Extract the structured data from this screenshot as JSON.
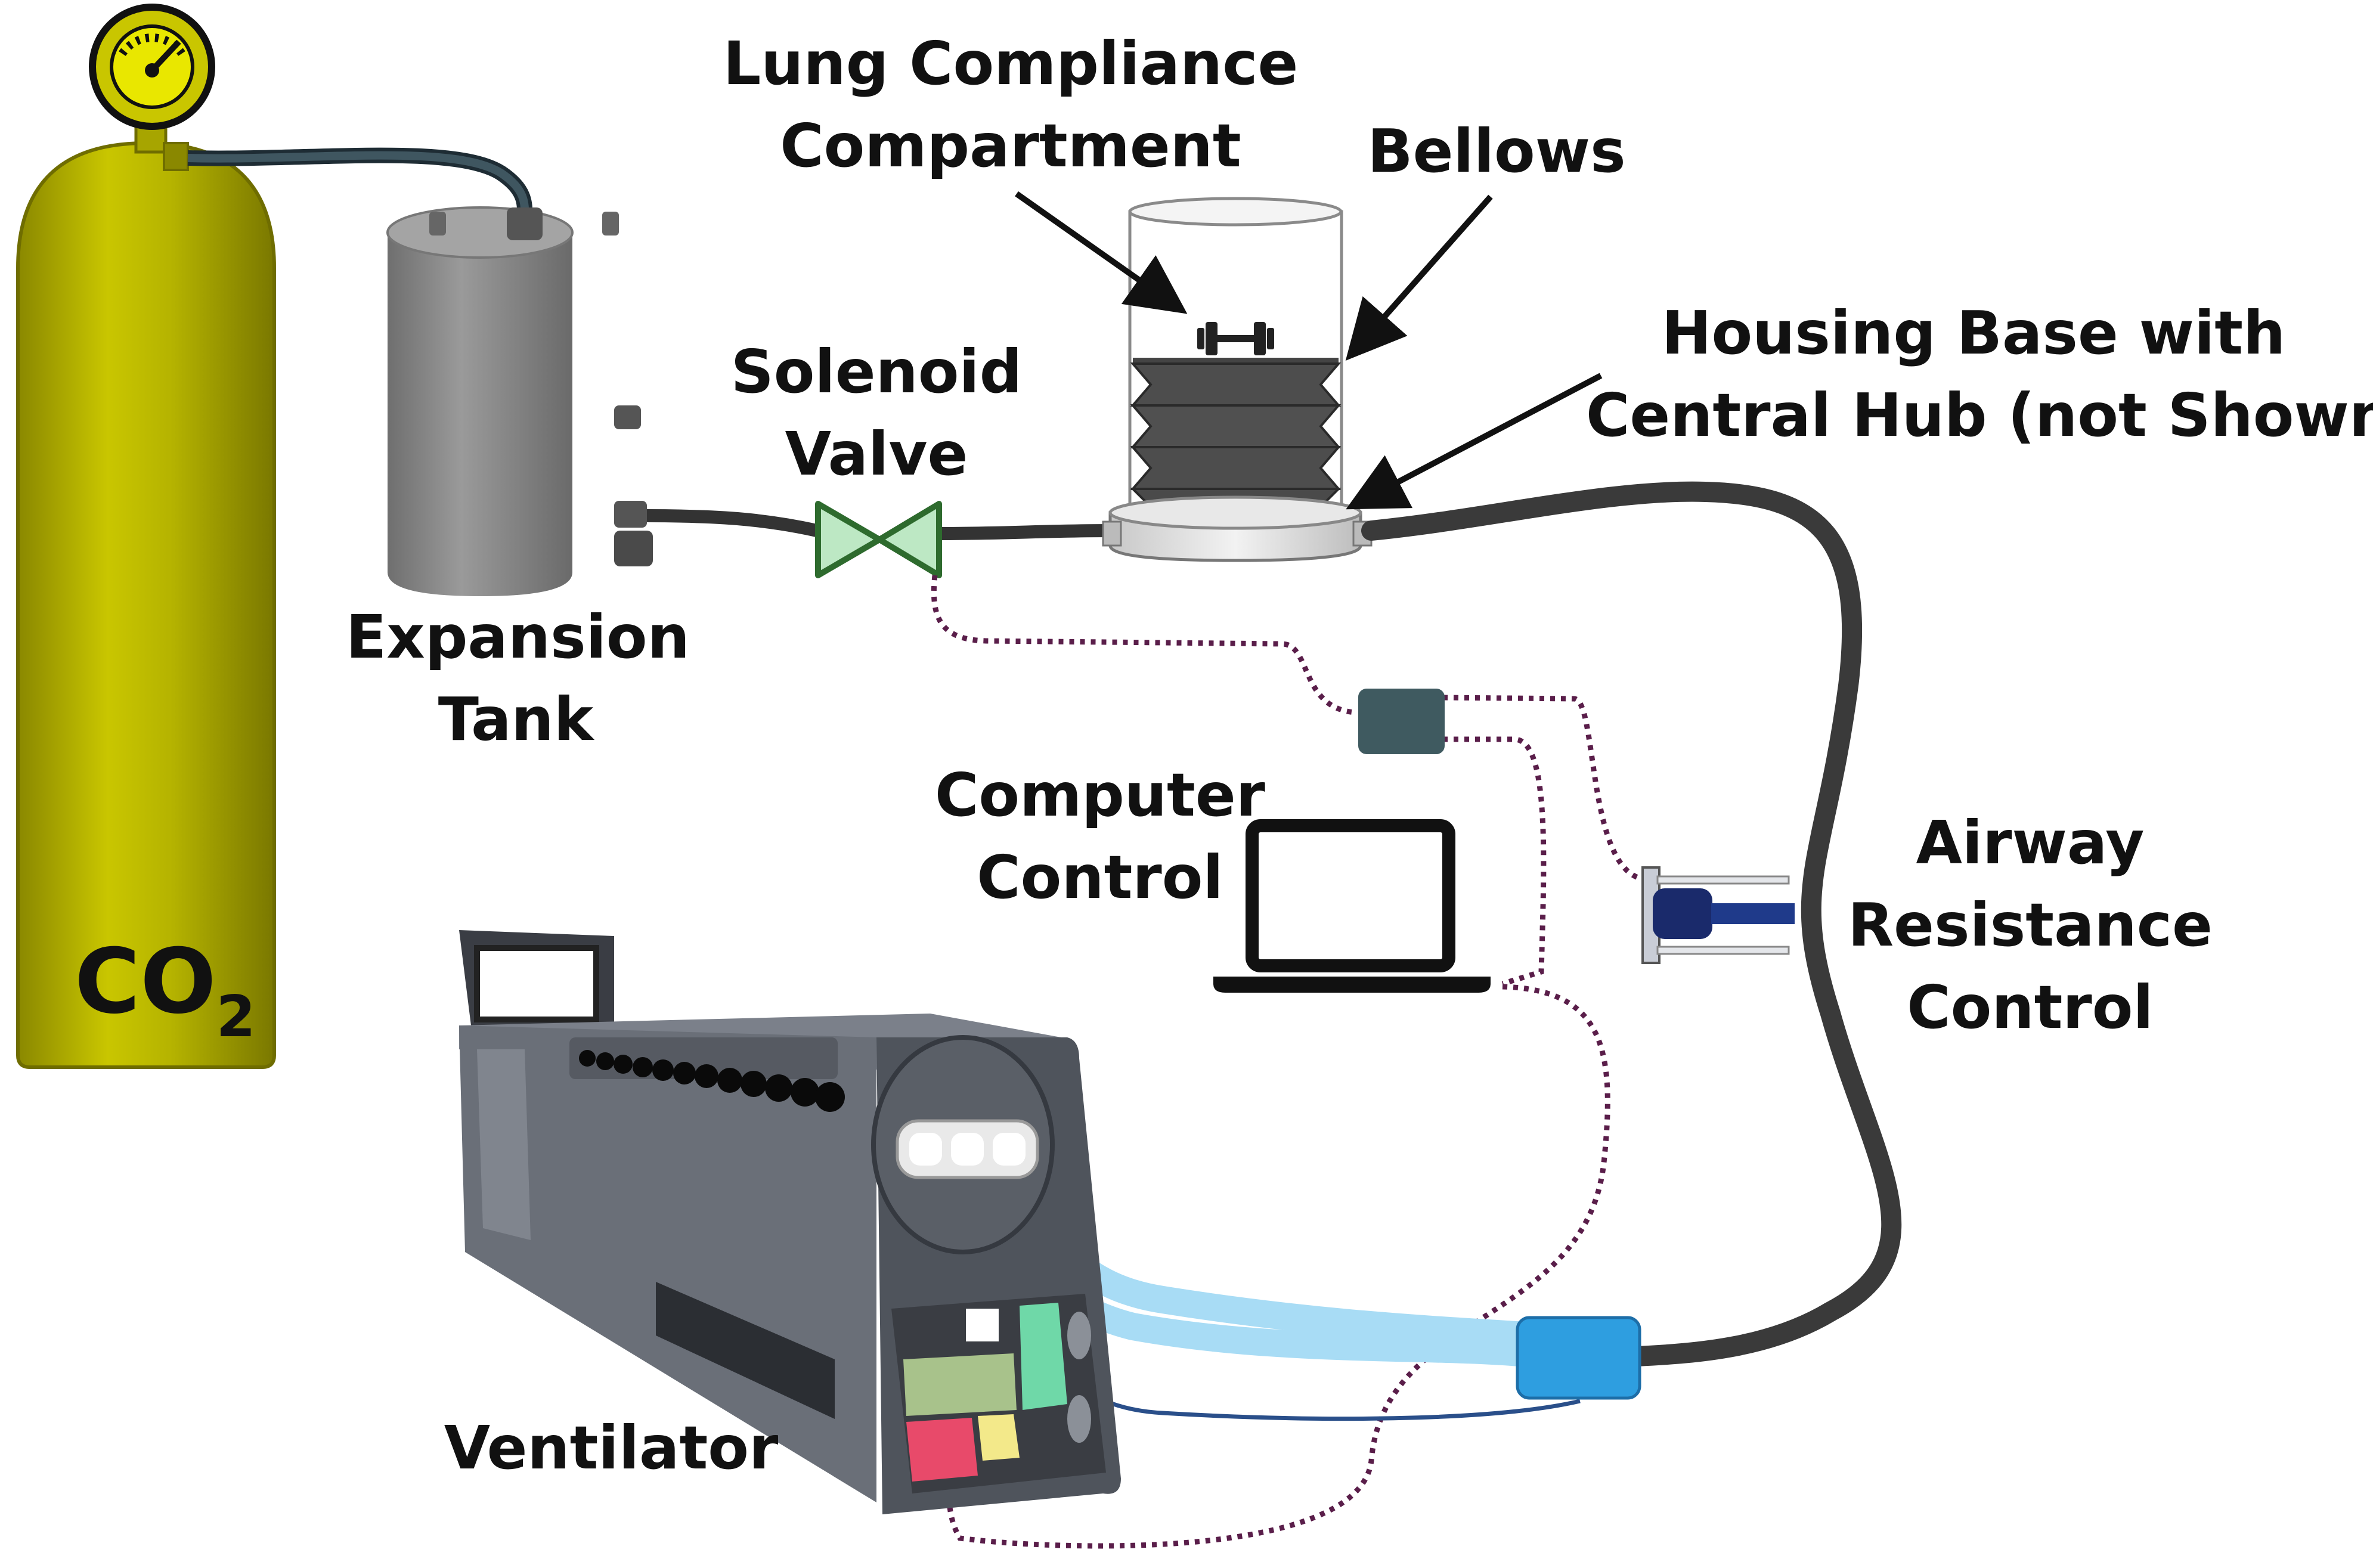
{
  "labels": {
    "lung_compliance": [
      "Lung Compliance",
      "Compartment"
    ],
    "bellows": "Bellows",
    "housing_base": [
      "Housing Base with",
      "Central Hub (not Shown)"
    ],
    "solenoid_valve": [
      "Solenoid",
      "Valve"
    ],
    "expansion_tank": [
      "Expansion",
      "Tank"
    ],
    "computer_control": [
      "Computer",
      "Control"
    ],
    "airway_resistance": [
      "Airway",
      "Resistance",
      "Control"
    ],
    "ventilator": "Ventilator",
    "co2_main": "CO",
    "co2_sub": "2"
  },
  "colors": {
    "cylinder": "#b5b300",
    "cylinder_dark": "#8a8800",
    "hose": "#3a3a3a",
    "tank": "#808080",
    "valve": "#bde8c4",
    "valve_stroke": "#2e6b2e",
    "signal_line": "#5a1e4a",
    "controller_box": "#3f5a60",
    "air_tube": "#a8dcf5",
    "sensor": "#2e9ee0",
    "ventilator_body": "#6a6f78",
    "resistance_blue": "#1a2a6b"
  },
  "icons": [
    "gauge-icon",
    "dumbbell-icon",
    "laptop-icon",
    "arrow-icon"
  ]
}
